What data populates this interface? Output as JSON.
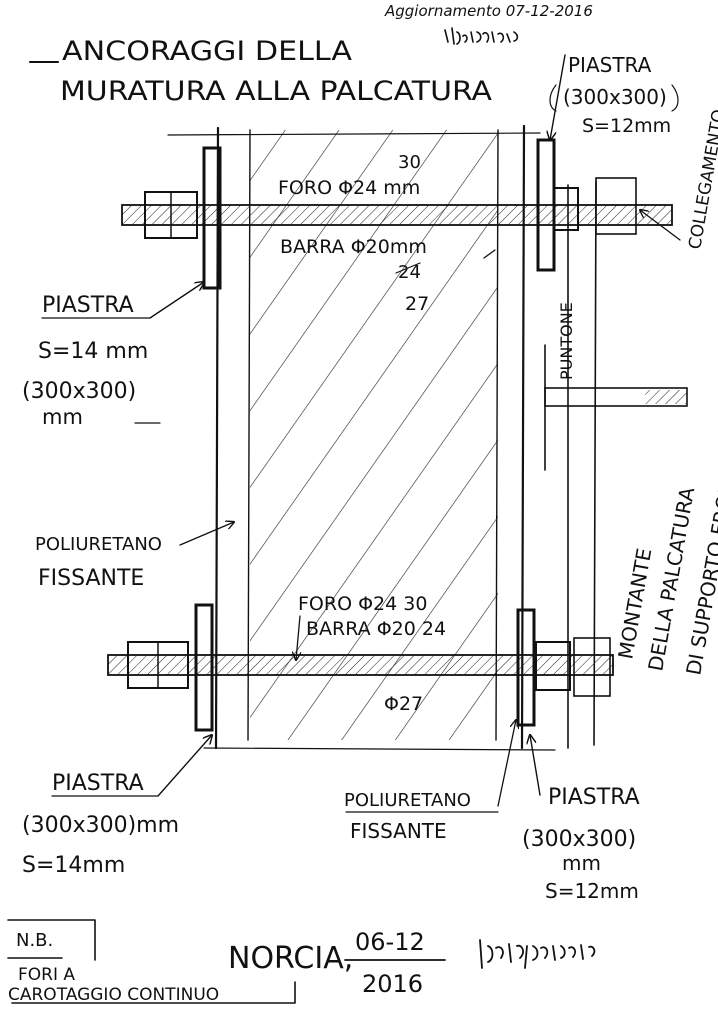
{
  "header": {
    "update_note": "Aggiornamento 07-12-2016",
    "title_line1": "ANCORAGGI DELLA",
    "title_line2": "MURATURA ALLA PALCATURA"
  },
  "labels": {
    "piastra_top_right": [
      "PIASTRA",
      "(300x300)",
      "S=12mm"
    ],
    "collegamento": "COLLEGAMENTO",
    "foro_top": "FORO Φ24 mm",
    "foro_top_revision": "30",
    "barra_top": "BARRA Φ20mm",
    "barra_top_revisions": [
      "24",
      "27"
    ],
    "piastra_left_top": [
      "PIASTRA",
      "S=14 mm",
      "(300x300)",
      "mm"
    ],
    "puntone": "PUNTONE",
    "montante": [
      "MONTANTE",
      "DELLA PALCATURA",
      "DI SUPPORTO FRONTALE"
    ],
    "poliuretano_left": [
      "POLIURETANO",
      "FISSANTE"
    ],
    "foro_bottom": "FORO Φ24 30",
    "barra_bottom": "BARRA Φ20 24",
    "diam_bottom": "Φ27",
    "piastra_left_bottom": [
      "PIASTRA",
      "(300x300)mm",
      "S=14mm"
    ],
    "poliuretano_bottom": [
      "POLIURETANO",
      "FISSANTE"
    ],
    "piastra_right_bottom": [
      "PIASTRA",
      "(300x300)",
      "mm",
      "S=12mm"
    ]
  },
  "footer": {
    "nb_title": "N.B.",
    "nb_text": [
      "FORI A",
      "CAROTAGGIO CONTINUO"
    ],
    "place": "NORCIA,",
    "date_top": "06-12",
    "date_bottom": "2016"
  }
}
